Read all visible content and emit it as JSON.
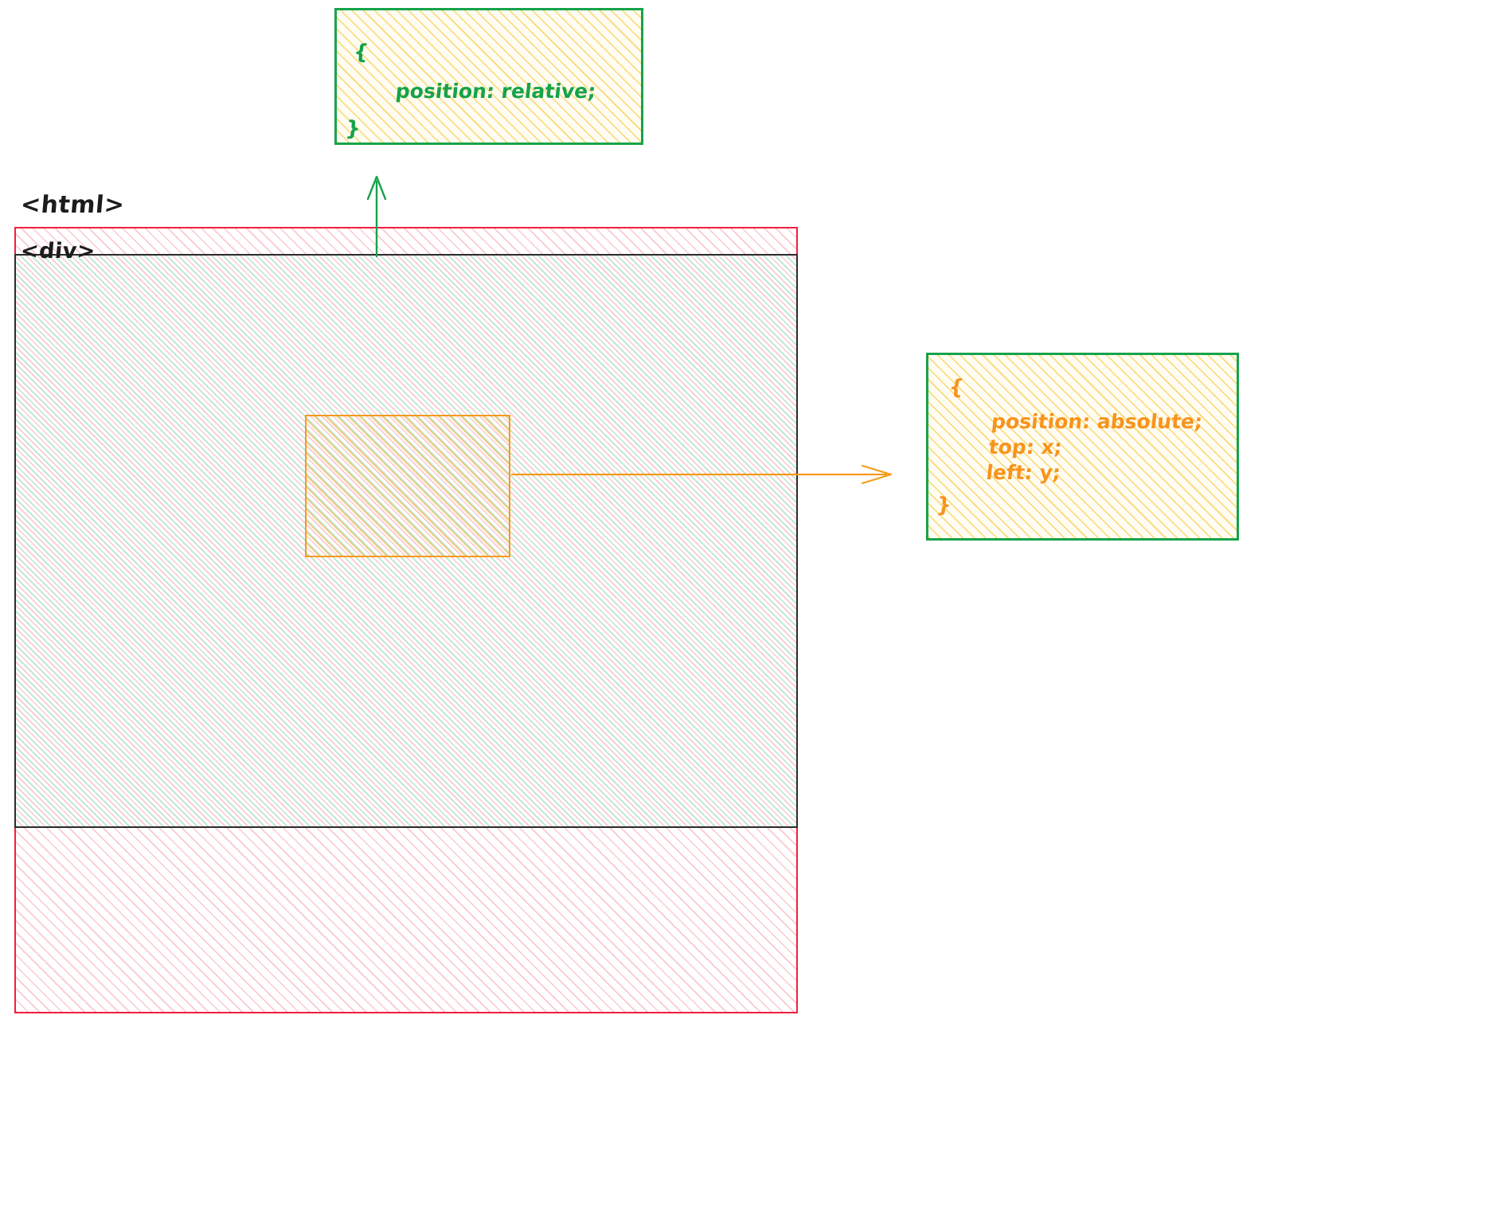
{
  "diagram": {
    "title": "CSS position relative and absolute containing block diagram",
    "colors": {
      "red_border": "#f0203e",
      "green_note_border": "#16a34a",
      "green_text": "#16a34a",
      "orange_border": "#f59a1b",
      "orange_text": "#f7941d",
      "black_border": "#2b2b2b",
      "yellow_hatch": "#f7c738"
    },
    "labels": {
      "html_tag": "<html>",
      "div_tag": "<div>"
    },
    "notes": {
      "relative": {
        "brace_open": "{",
        "declarations": [
          "position: relative;"
        ],
        "brace_close": "}"
      },
      "absolute": {
        "brace_open": "{",
        "declarations": [
          "position: absolute;",
          "top: x;",
          "left: y;"
        ],
        "brace_close": "}"
      }
    },
    "arrows": [
      {
        "name": "arrow-div-to-relative-note",
        "color": "#16a34a",
        "direction": "up"
      },
      {
        "name": "arrow-inner-to-absolute-note",
        "color": "#f59a1b",
        "direction": "right"
      }
    ]
  }
}
